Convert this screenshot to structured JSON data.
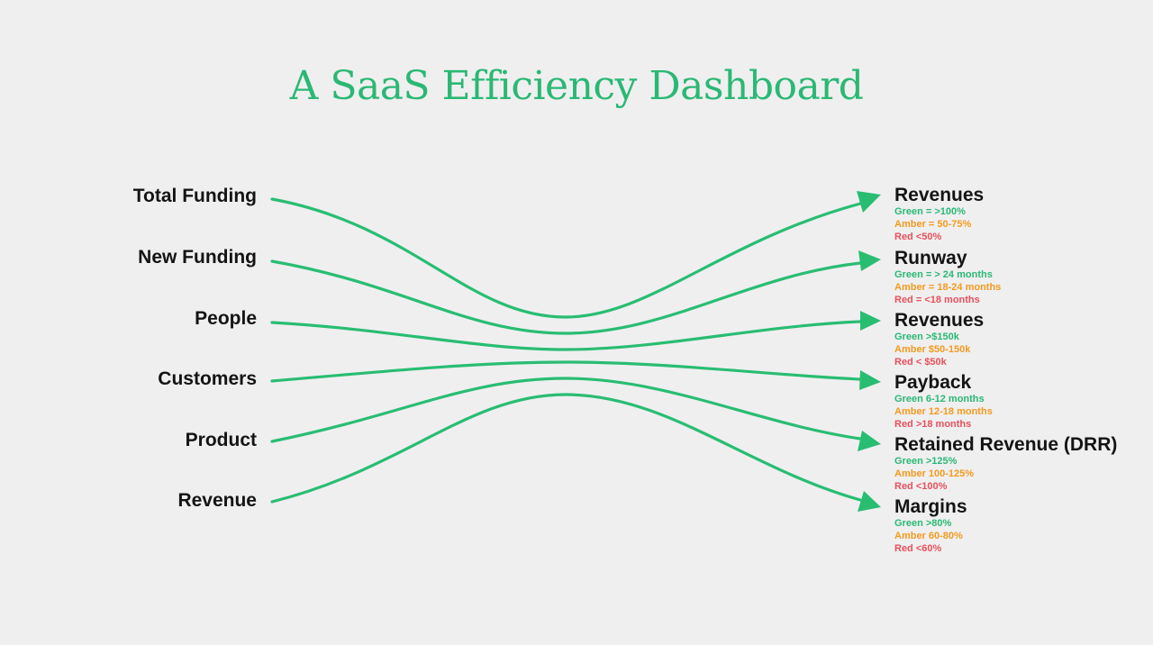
{
  "title": "A SaaS Efficiency Dashboard",
  "colors": {
    "title": "#2bb874",
    "arrow": "#29bd72",
    "green": "#2bb874",
    "amber": "#f39a1e",
    "red": "#e8505b",
    "text": "#141414",
    "background": "#efeff0"
  },
  "inputs": [
    "Total Funding",
    "New Funding",
    "People",
    "Customers",
    "Product",
    "Revenue"
  ],
  "outputs": [
    {
      "label": "Revenues",
      "green": "Green = >100%",
      "amber": "Amber = 50-75%",
      "red": "Red <50%"
    },
    {
      "label": "Runway",
      "green": "Green = > 24 months",
      "amber": "Amber = 18-24 months",
      "red": "Red = <18 months"
    },
    {
      "label": "Revenues",
      "green": "Green >$150k",
      "amber": "Amber $50-150k",
      "red": "Red < $50k"
    },
    {
      "label": "Payback",
      "green": "Green 6-12 months",
      "amber": "Amber 12-18 months",
      "red": "Red >18 months"
    },
    {
      "label": "Retained Revenue (DRR)",
      "green": "Green >125%",
      "amber": "Amber 100-125%",
      "red": "Red <100%"
    },
    {
      "label": "Margins",
      "green": "Green >80%",
      "amber": "Amber 60-80%",
      "red": "Red <60%"
    }
  ]
}
